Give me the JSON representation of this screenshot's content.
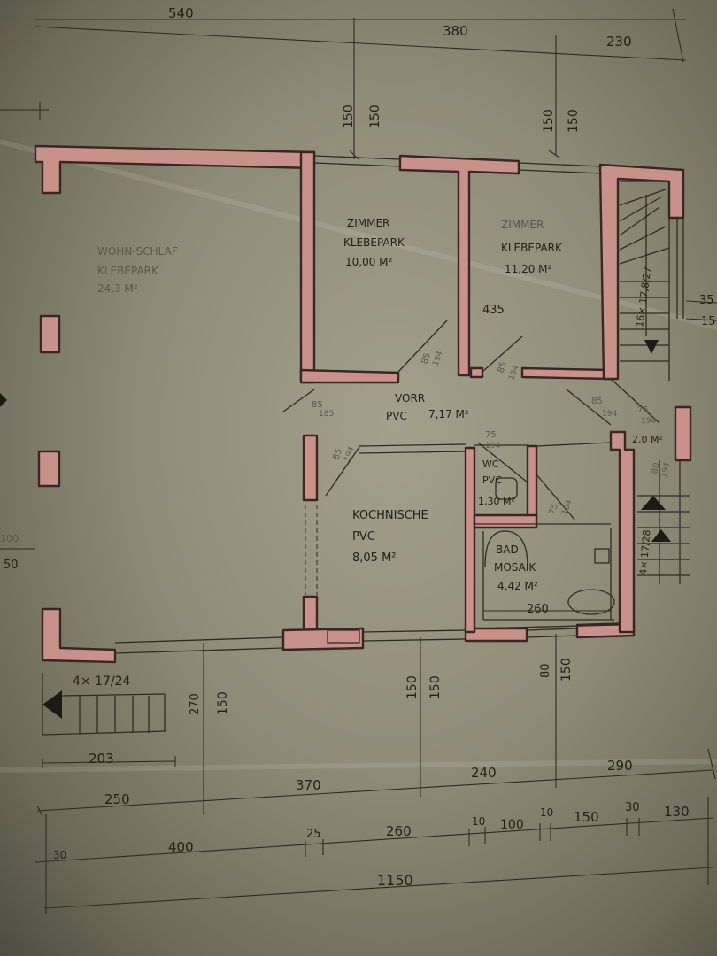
{
  "rooms": {
    "wohn_schlaf": {
      "line1": "WOHN-SCHLAF",
      "line2": "KLEBEPARK",
      "area": "24,3 M²"
    },
    "zimmer1": {
      "line1": "ZIMMER",
      "line2": "KLEBEPARK",
      "area": "10,00 M²"
    },
    "zimmer2": {
      "line1": "ZIMMER",
      "line2": "KLEBEPARK",
      "area": "11,20 M²"
    },
    "vorr": {
      "line1": "VORR",
      "line2": "PVC",
      "area": "7,17 M²"
    },
    "wc": {
      "line1": "WC",
      "line2": "PVC",
      "area": "1,30 M²"
    },
    "kochnische": {
      "line1": "KOCHNISCHE",
      "line2": "PVC",
      "area": "8,05 M²"
    },
    "bad": {
      "line1": "BAD",
      "line2": "MOSAIK",
      "area": "4,42 M²"
    },
    "small": {
      "area": "2,0 M²"
    }
  },
  "stairs": {
    "top": "16× 17,8/27",
    "bottom": "4× 17/24",
    "side": "4× 17/28"
  },
  "dimensions": {
    "top": [
      "540",
      "380",
      "230"
    ],
    "top_v": [
      "150",
      "150",
      "150",
      "150"
    ],
    "right": [
      "35",
      "15"
    ],
    "left": [
      "50",
      "100"
    ],
    "inner": {
      "w435": "435",
      "w260": "260",
      "v270": "270",
      "v150a": "150",
      "v150b": "150",
      "v150c": "150",
      "v80": "80",
      "v150d": "150"
    },
    "door_marks": [
      "85",
      "185",
      "85",
      "194",
      "85",
      "194",
      "85",
      "194",
      "85",
      "194",
      "75",
      "194",
      "75",
      "194",
      "75",
      "194",
      "80",
      "194"
    ],
    "row1": [
      "203"
    ],
    "row2": [
      "250",
      "370",
      "240",
      "290"
    ],
    "row3": [
      "400",
      "25",
      "260",
      "10",
      "100",
      "10",
      "150",
      "30",
      "130"
    ],
    "row3_start": "30",
    "total": "1150"
  }
}
